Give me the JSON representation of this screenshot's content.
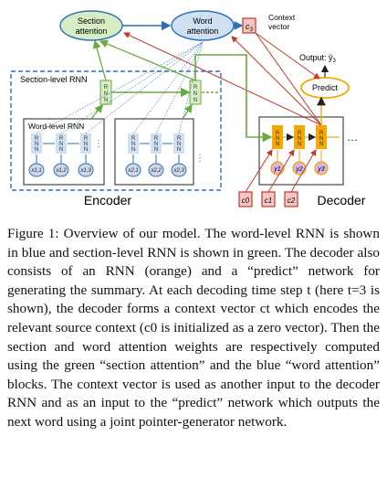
{
  "diagram": {
    "section_attention": "Section attention",
    "section_attention_l1": "Section",
    "section_attention_l2": "attention",
    "word_attention_l1": "Word",
    "word_attention_l2": "attention",
    "context_vector_l1": "Context",
    "context_vector_l2": "vector",
    "c3": "c",
    "c3_sub": "3",
    "section_level_rnn": "Section-level RNN",
    "word_level_rnn": "Word-level RNN",
    "rnn_label": "RNN",
    "encoder": "Encoder",
    "decoder": "Decoder",
    "predict": "Predict",
    "output_label": "Output: ŷ",
    "output_sub": "3",
    "x_inputs": [
      "x1,1",
      "x1,2",
      "x1,3",
      "x2,1",
      "x2,2",
      "x2,3"
    ],
    "y_inputs": [
      "y1",
      "y2",
      "y3"
    ],
    "c_inputs": [
      "c0",
      "c1",
      "c2"
    ],
    "colors": {
      "blue": "#2e6fb5",
      "light_blue": "#cfe0f3",
      "green": "#6aab3c",
      "light_green": "#d7eec5",
      "orange": "#f5a800",
      "yellow": "#ffe04a",
      "red": "#c0392b",
      "pink": "#f6c6c6",
      "purple_node": "#d9b6e6"
    }
  },
  "caption": {
    "text": "Figure 1: Overview of our model. The word-level RNN is shown in blue and section-level RNN is shown in green. The decoder also consists of an RNN (orange) and a “predict” network for generating the summary. At each decoding time step t (here t=3 is shown), the decoder forms a context vector ct which encodes the relevant source context (c0 is initialized as a zero vector). Then the section and word attention weights are respectively computed using the green “section attention” and the blue “word attention” blocks. The context vector is used as another input to the decoder RNN and as an input to the “predict” network which outputs the next word using a joint pointer-generator network."
  }
}
